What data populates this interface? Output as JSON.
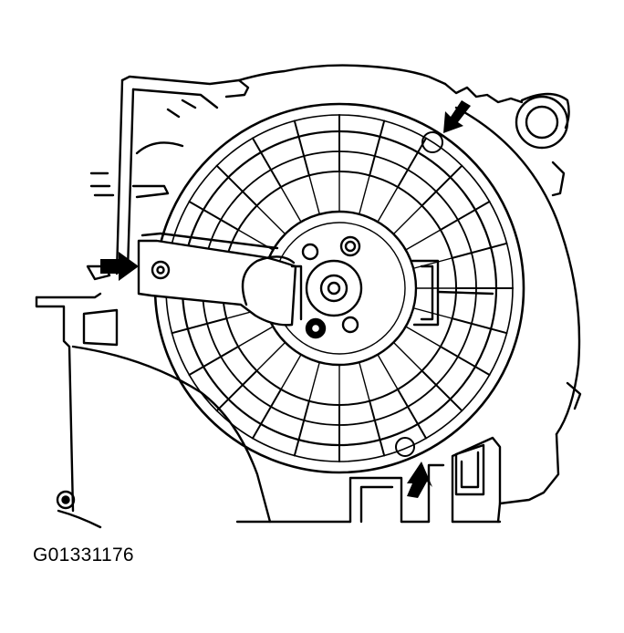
{
  "figure": {
    "caption": "G01331176",
    "subject": "blower-motor-assembly",
    "callouts": [
      {
        "name": "left-mounting-screw-arrow",
        "direction": "right"
      },
      {
        "name": "top-right-mounting-screw-arrow",
        "direction": "down-left"
      },
      {
        "name": "bottom-mounting-screw-arrow",
        "direction": "up"
      }
    ],
    "colors": {
      "ink": "#000000",
      "paper": "#ffffff"
    }
  }
}
